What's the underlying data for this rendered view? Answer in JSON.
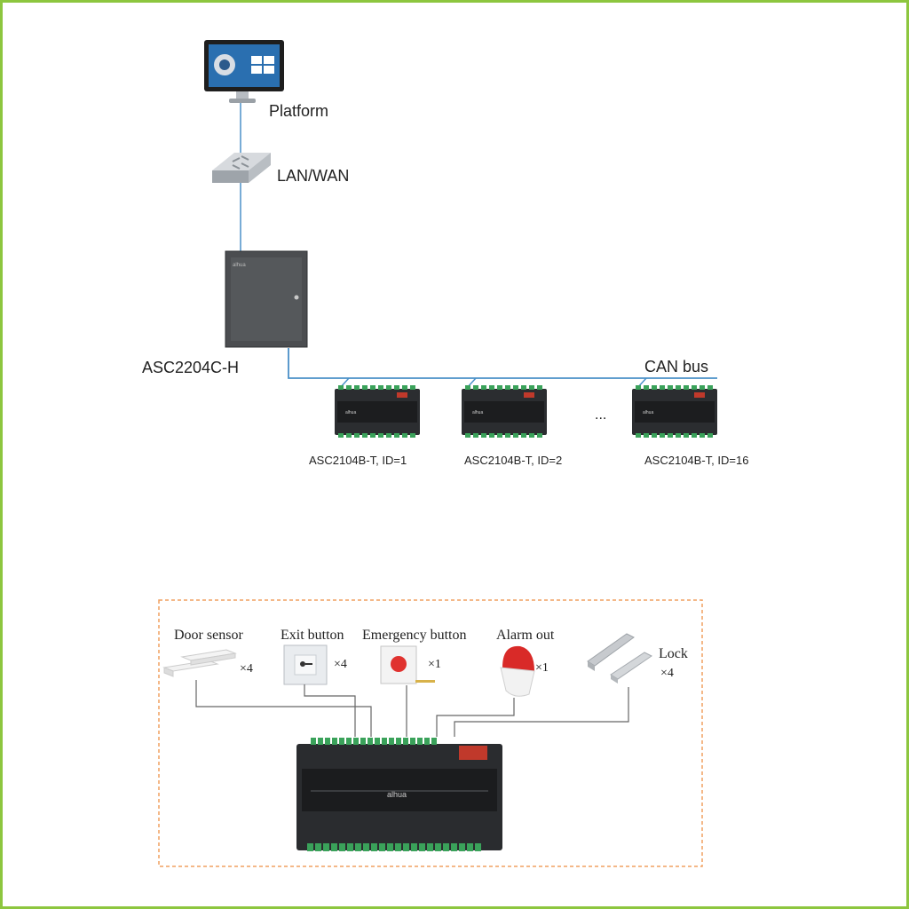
{
  "network": {
    "platform_label": "Platform",
    "lan_label": "LAN/WAN",
    "main_controller_label": "ASC2204C-H",
    "can_bus_label": "CAN bus",
    "ellipsis": "...",
    "sub_controllers": [
      {
        "label": "ASC2104B-T, ID=1"
      },
      {
        "label": "ASC2104B-T, ID=2"
      },
      {
        "label": "ASC2104B-T, ID=16"
      }
    ],
    "brand": "alhua"
  },
  "wiring": {
    "devices": [
      {
        "label": "Door sensor",
        "qty": "×4"
      },
      {
        "label": "Exit button",
        "qty": "×4"
      },
      {
        "label": "Emergency button",
        "qty": "×1"
      },
      {
        "label": "Alarm out",
        "qty": "×1"
      },
      {
        "label": "Lock",
        "qty": "×4"
      }
    ],
    "brand": "alhua"
  },
  "colors": {
    "frame": "#8dc63f",
    "network_line": "#4a90c8",
    "dashed_box": "#f0a060"
  }
}
